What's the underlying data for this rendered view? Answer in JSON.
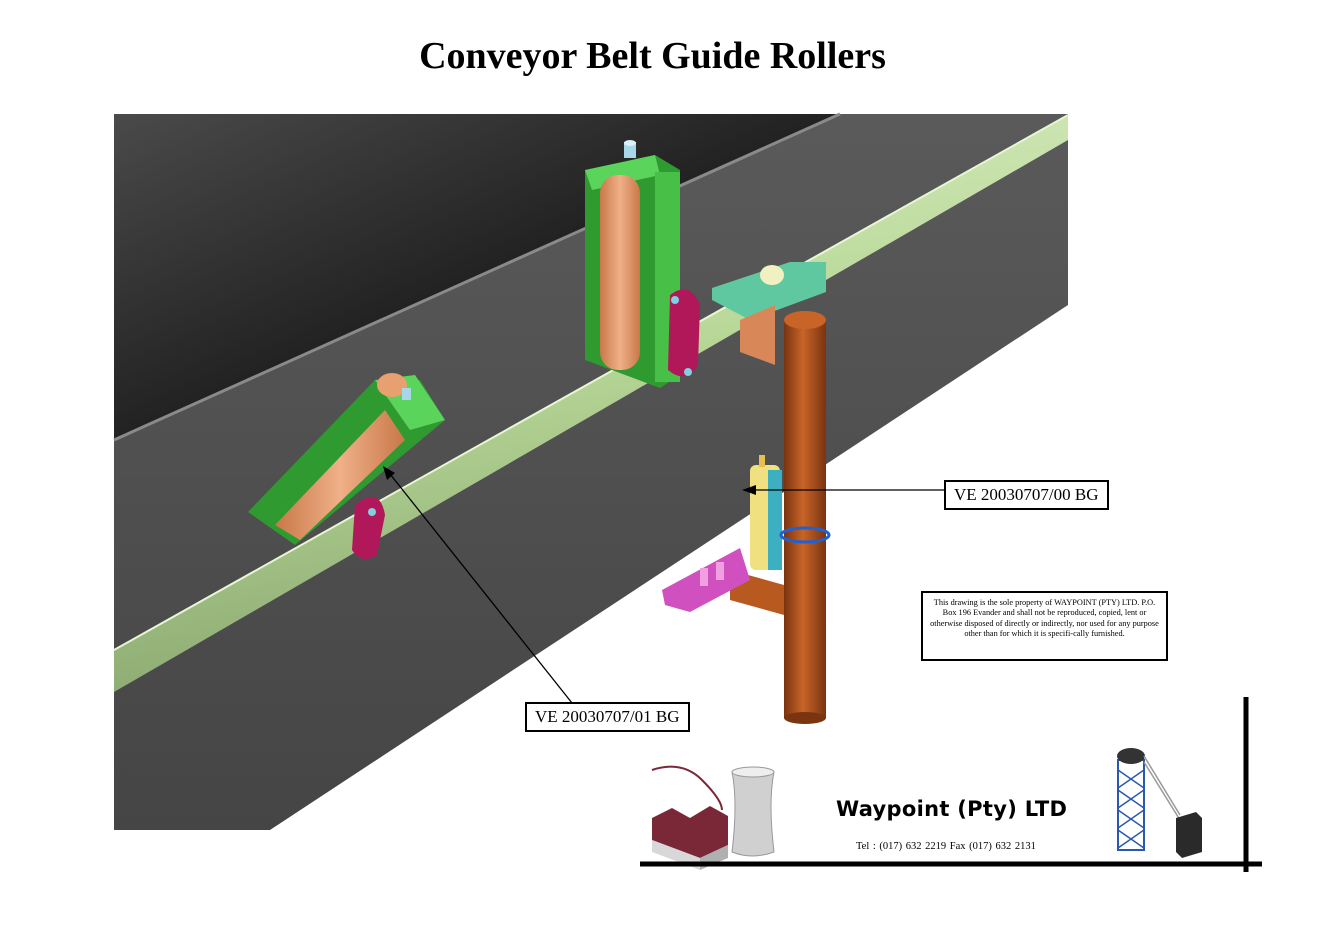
{
  "title": "Conveyor Belt Guide Rollers",
  "callouts": [
    {
      "id": "upper-roller-assembly",
      "label": "VE 20030707/00 BG"
    },
    {
      "id": "lower-roller-assembly",
      "label": "VE 20030707/01 BG"
    }
  ],
  "notice": {
    "text": "This drawing is the sole property of WAYPOINT (PTY) LTD. P.O. Box 196 Evander and shall not be reproduced, copied, lent or otherwise disposed of directly or indirectly, nor used for any purpose other than for which it is specifi-cally furnished."
  },
  "company": {
    "name": "Waypoint (Pty) LTD",
    "contact": "Tel : (017) 632 2219   Fax (017) 632 2131"
  },
  "colors": {
    "belt_dark": "#2a2a2a",
    "belt_mid": "#555555",
    "pipe_green": "#c8e0a8",
    "bracket_green": "#3cb83c",
    "roller_orange": "#e8a070",
    "clamp_magenta": "#b0185a",
    "post_brown": "#a8501c",
    "plate_teal": "#60c8a0",
    "spring_blue": "#2060d0",
    "roller_yellow": "#f0e080",
    "part_pink": "#d050c0"
  }
}
